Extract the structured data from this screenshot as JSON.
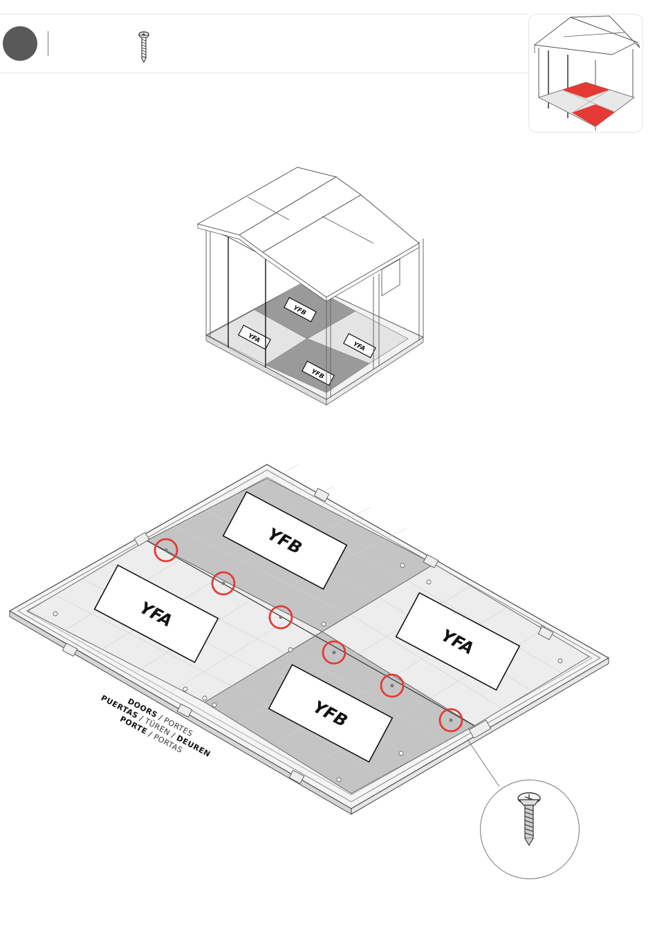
{
  "colors": {
    "accent_red": "#e53935",
    "step_badge": "#595959",
    "panel_light": "#efefef",
    "panel_dark": "#c4c4c4",
    "outline": "#444444"
  },
  "icons": {
    "parts_screw": "screw-icon",
    "zoom_screw": "screw-icon",
    "thumbnail": "shed-thumbnail-icon"
  },
  "shed_overview": {
    "panels": [
      {
        "id": "yfa-left",
        "label": "YFA"
      },
      {
        "id": "yfb-back",
        "label": "YFB"
      },
      {
        "id": "yfa-right",
        "label": "YFA"
      },
      {
        "id": "yfb-front",
        "label": "YFB"
      }
    ]
  },
  "floor_detail": {
    "panels": [
      {
        "id": "yfb-top",
        "label": "YFB"
      },
      {
        "id": "yfa-left",
        "label": "YFA"
      },
      {
        "id": "yfa-right",
        "label": "YFA"
      },
      {
        "id": "yfb-bottom",
        "label": "YFB"
      }
    ],
    "screw_callouts": 6
  },
  "doors_label": {
    "line1_bold": "DOORS",
    "line1_sep": " / ",
    "line1_thin": "PORTES",
    "line2_bold": "PUERTAS",
    "line2_sep": " / ",
    "line2_thin": "TÜREN",
    "line2_sep2": " / ",
    "line2_bold2": "DEUREN",
    "line3_bold": "PORTE",
    "line3_sep": " / ",
    "line3_thin": "PORTAS"
  }
}
